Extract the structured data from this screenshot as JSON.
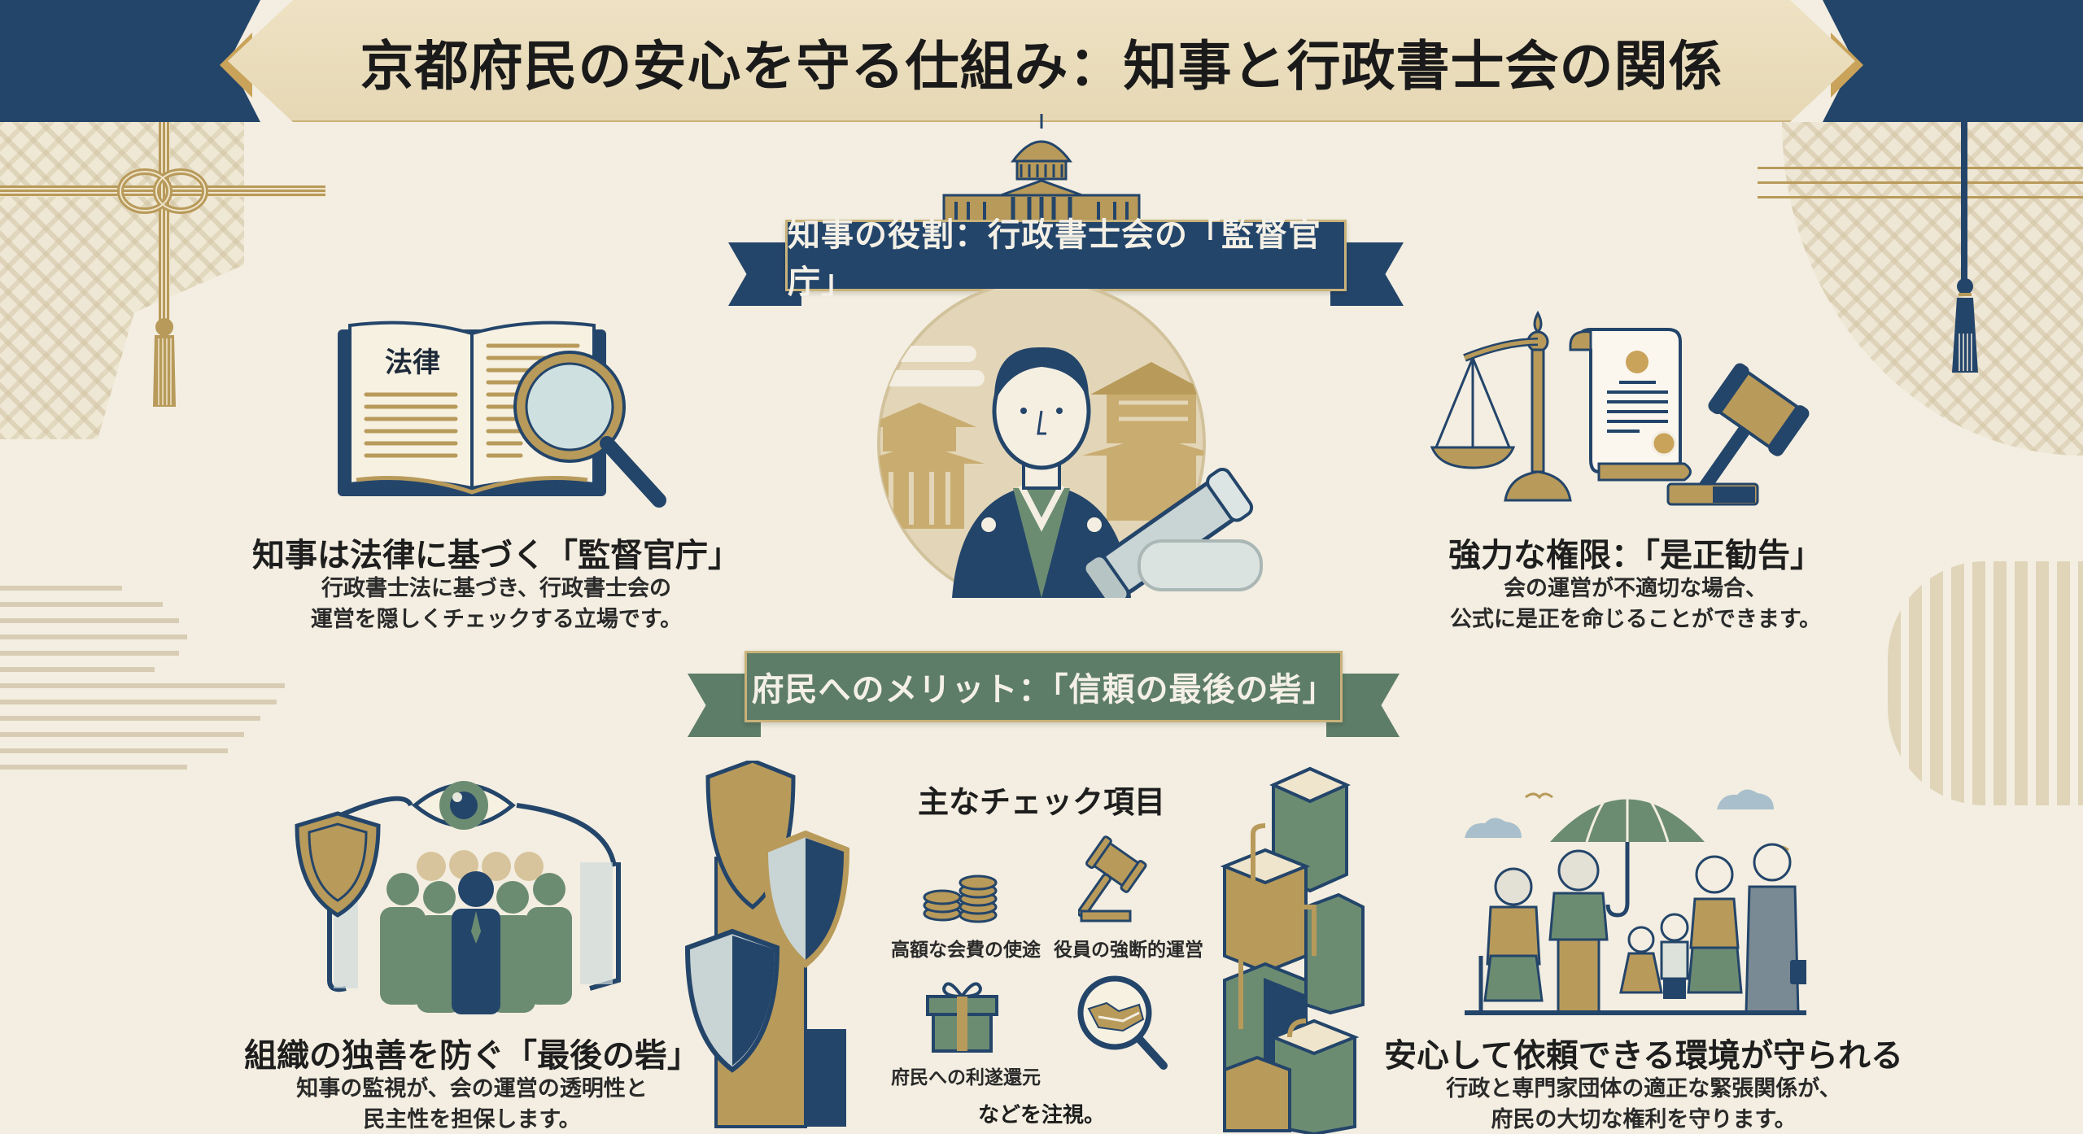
{
  "header": {
    "title": "京都府民の安心を守る仕組み：知事と行政書士会の関係"
  },
  "section_governor": {
    "ribbon_label": "知事の役割：行政書士会の「監督官庁」",
    "illustration": "governor-in-kimono-with-kyoto-temples-and-telescope"
  },
  "left_top": {
    "book_label": "法律",
    "title": "知事は法律に基づく「監督官庁」",
    "desc_lines": [
      "行政書士法に基づき、行政書士会の",
      "運営を隠しくチェックする立場です。"
    ]
  },
  "right_top": {
    "title": "強力な権限：「是正勧告」",
    "desc_lines": [
      "会の運営が不適切な場合、",
      "公式に是正を命じることができます。"
    ]
  },
  "section_merit": {
    "ribbon_label": "府民へのメリット：「信頼の最後の砦」"
  },
  "checks": {
    "title": "主なチェック項目",
    "items": [
      {
        "label": "高額な会費の使途",
        "icon": "coins-icon"
      },
      {
        "label": "役員の強断的運営",
        "icon": "gavel-icon"
      },
      {
        "label": "府民への利遂還元",
        "icon": "gift-icon"
      },
      {
        "label": "",
        "icon": "handshake-magnifier-icon"
      }
    ],
    "note": "などを注視。"
  },
  "left_bottom": {
    "title": "組織の独善を防ぐ「最後の砦」",
    "desc_lines": [
      "知事の監視が、会の運営の透明性と",
      "民主性を担保します。"
    ]
  },
  "right_bottom": {
    "title": "安心して依頼できる環境が守られる",
    "desc_lines": [
      "行政と専門家団体の適正な緊張関係が、",
      "府民の大切な権利を守ります。"
    ]
  },
  "colors": {
    "navy": "#24456a",
    "gold": "#b89a5a",
    "green": "#5d7d68",
    "paper": "#f3eee1",
    "banner": "#e9dcb9"
  }
}
